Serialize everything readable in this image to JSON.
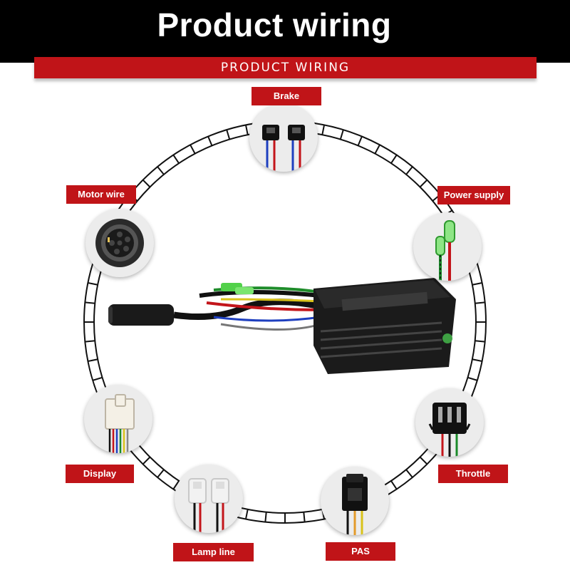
{
  "header": {
    "title": "Product wiring"
  },
  "banner": {
    "text": "PRODUCT WIRING"
  },
  "labels": {
    "brake": "Brake",
    "motor_wire": "Motor wire",
    "power_supply": "Power supply",
    "display": "Display",
    "throttle": "Throttle",
    "lamp_line": "Lamp line",
    "pas": "PAS"
  },
  "colors": {
    "accent": "#c01418",
    "header_bg": "#000000"
  }
}
